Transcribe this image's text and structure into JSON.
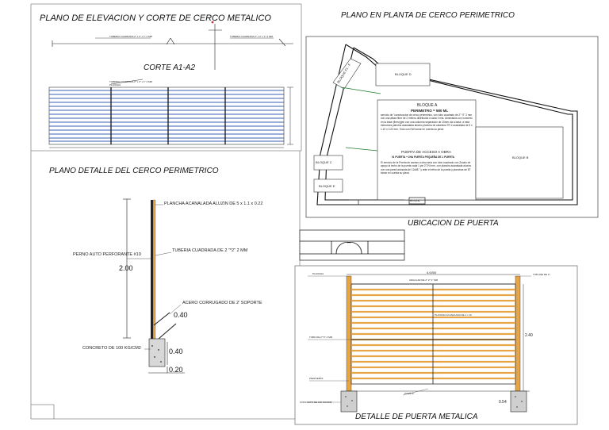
{
  "titles": {
    "elevacion": "PLANO DE ELEVACION Y CORTE DE CERCO METALICO",
    "corte": "CORTE A1-A2",
    "planta": "PLANO EN PLANTA DE CERCO PERIMETRICO",
    "detalle_cerco": "PLANO DETALLE DEL CERCO PERIMETRICO",
    "ubicacion": "UBICACION DE  PUERTA",
    "detalle_puerta": "DETALLE DE PUERTA METALICA"
  },
  "cerco_labels": {
    "plancha": "PLANCHA ACANALADA ALUZIN DE 5 x 1.1 x 0.22",
    "perno": "PERNO AUTO PERFORANTE #10",
    "tuberia": "TUBERIA CUADRADA  DE 2 \"*2\" 2 MM",
    "acero": "ACERO CORRUGADO DE 2' SOPORTE",
    "concreto": "CONCRETO DE 100 KG/CM2",
    "dim_200": "2.00",
    "dim_040a": "0.40",
    "dim_040b": "0.40",
    "dim_020": "0.20"
  },
  "planta_labels": {
    "bloque_d": "BLOQUE D",
    "bloque_a_title": "BLOQUE A",
    "bloque_a_sub": "PERIMETRO = 580 ML",
    "bloque_a_text": "servicio de \"construccion de cerco perimetrico, con tubo cuadrado de 2\" *2\" 2 mm. con una altura libre de 2 metros distribuido a cada 3 mts. Amarrados con concreto en la base (fierro)gen con una columna separacion de 10mm via a base, a esta estructura plancha acanalada aluzinc plancha de calamina TR 4 acanalada de 5 x 1.10 x 0.22 mm. Todo con KW tomar en cuenta su pieza",
    "puerta_title": "PUERTA DE ACCESO A  OBRA",
    "puerta_sub": "01 PUERTA + 2HA PUERTA PEQUEÑA  DE 1 PUERTA",
    "puerta_text": "El servicio de la  Puerta de acceso a obra sera con tubo cuadrado con Zocalo de apoyo al techo de la puerta cada 1 pie 2\"2*4 mm, con plancha acanalada aluzinc con una pared adosada de  12x86 \" y ante el retiro de la puerta y planchas de 8T tomar en cuenta su pieza",
    "bloque_c": "BLOQUE C",
    "bloque_b": "BLOQUE B",
    "bloque_e": "BLOQUE E",
    "bloque_f": "BLOQUE F1 - F",
    "bloque_gate": "BLOQUE"
  },
  "puerta_labels": {
    "ancho": "4.0000",
    "alto": "2.40",
    "base": "0.54",
    "plancha": "PLANCHA",
    "tubo_top": "TUB USE DE 2\"",
    "angulo": "ANGULAR DE 2\" 2* 1\" MM",
    "plancha_acan": "PLANCHA ACANALADA DE 1 x 10",
    "tubo_left": "TUBO  DE 2\"*2\" 2 MM",
    "pie": "PIE/PUERTA",
    "puerta": "PUERTA",
    "concreto": "CONCRETO DE 100 KG/CM2"
  },
  "elev_labels": {
    "tuberia": "TUBERIA CUADRADA 2\" x 2\" x 1\" 2 MM",
    "tuberia2": "TUBERIA CUADRADA 2\" x 2\" x 1\" 2 MM",
    "corte_lbl": "TUBERIA CUADRADA 2\" x 2\" x 1\" 2 MM",
    "corte_lbl2": "PLANCHA"
  }
}
